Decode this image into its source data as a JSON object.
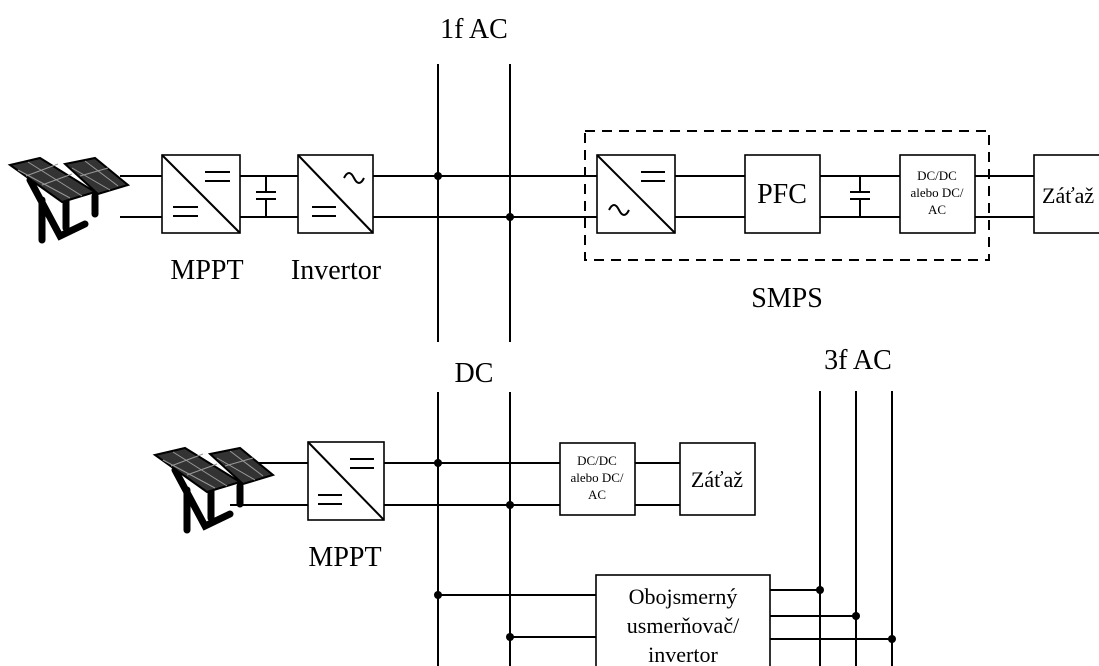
{
  "bus_labels": {
    "ac1": "1f AC",
    "dc": "DC",
    "ac3": "3f AC"
  },
  "blocks": {
    "mppt_top": "MPPT",
    "invertor": "Invertor",
    "pfc": "PFC",
    "smps": "SMPS",
    "load_top": "Záťaž",
    "load_bottom": "Záťaž",
    "mppt_bottom": "MPPT",
    "dcdc_top": [
      "DC/DC",
      "alebo DC/",
      "AC"
    ],
    "dcdc_bottom": [
      "DC/DC",
      "alebo DC/",
      "AC"
    ],
    "bidir": [
      "Obojsmerný",
      "usmerňovač/",
      "invertor"
    ]
  },
  "icons": [
    "solar-panel-icon",
    "dc-dc-converter-icon",
    "inverter-icon",
    "rectifier-icon",
    "capacitor-icon"
  ],
  "colors": {
    "line": "#000000",
    "background": "#ffffff"
  }
}
